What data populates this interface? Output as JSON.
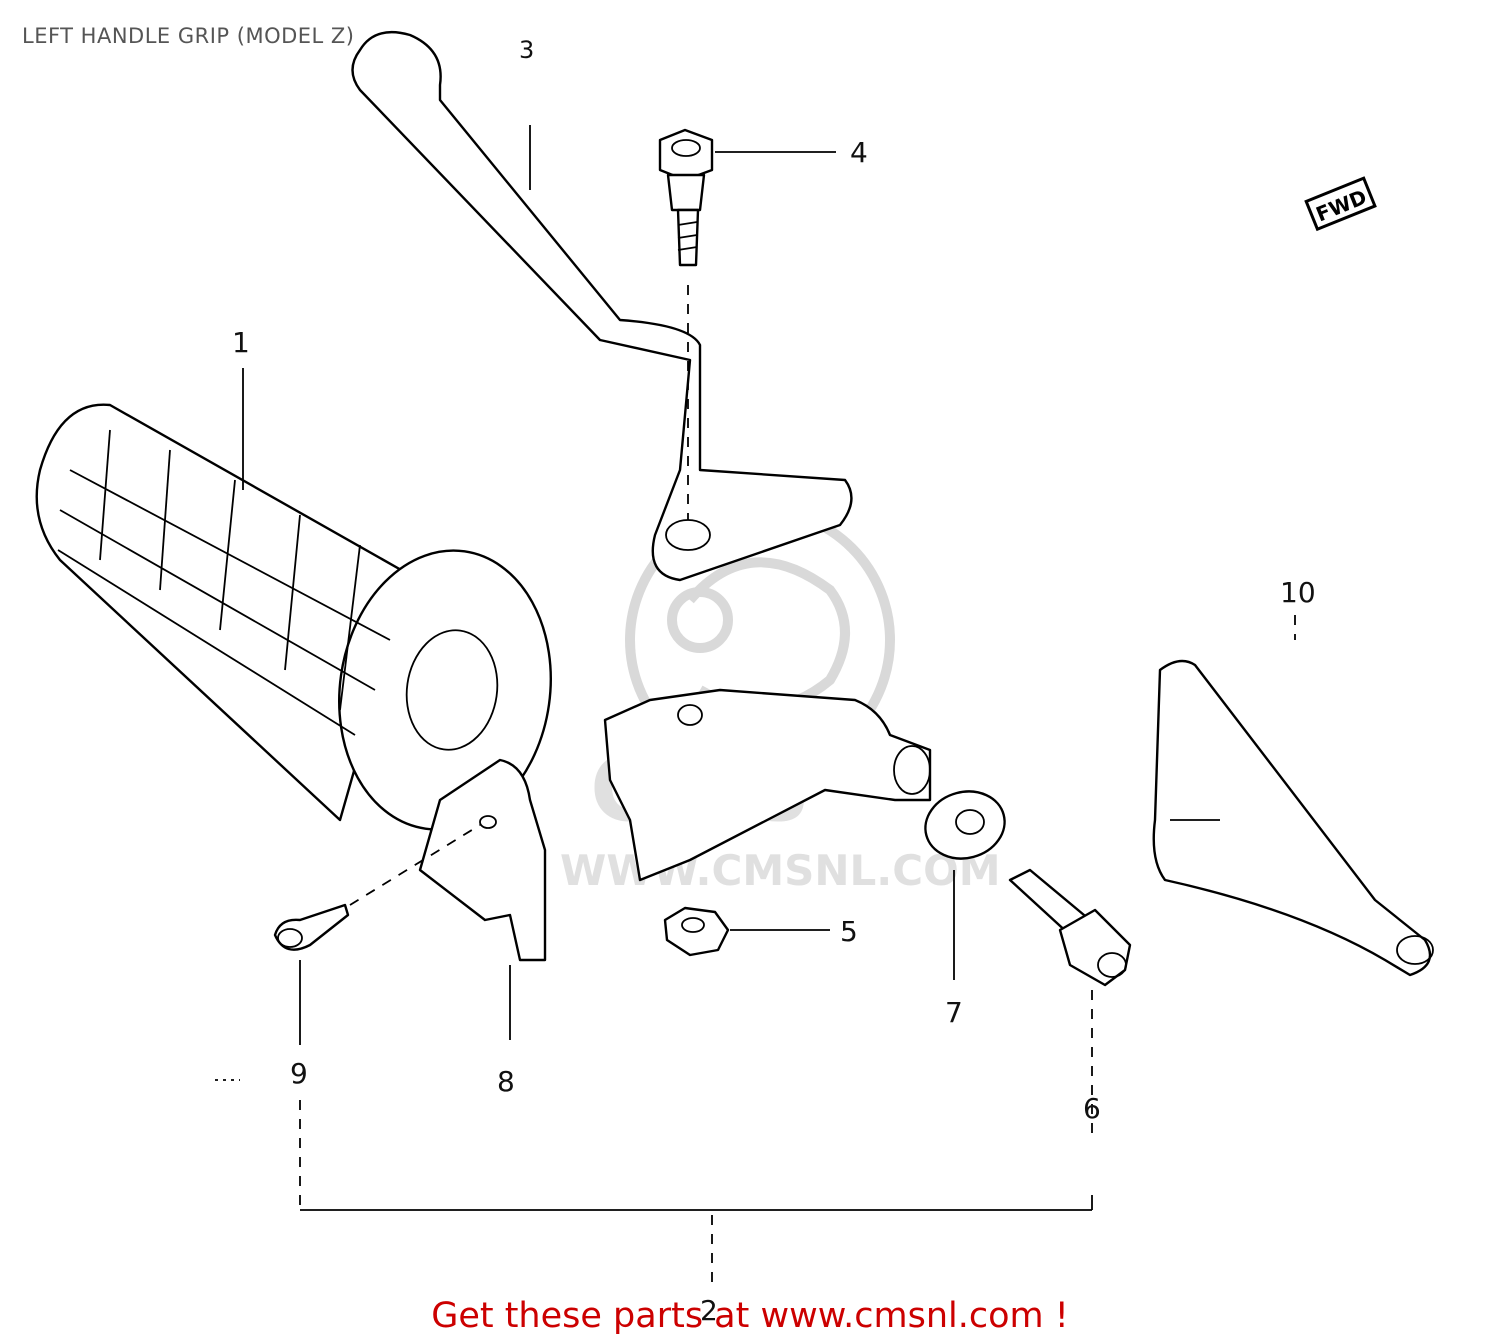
{
  "title": "LEFT HANDLE GRIP (MODEL Z)",
  "footer": "Get these parts at www.cmsnl.com !",
  "watermark": {
    "brand": "CMS",
    "url": "WWW.CMSNL.COM"
  },
  "direction_marker": "FWD",
  "callouts": [
    "1",
    "2",
    "3",
    "4",
    "5",
    "6",
    "7",
    "8",
    "9",
    "10"
  ],
  "colors": {
    "footer_text": "#cc0000",
    "title_text": "#555555",
    "line_art": "#000000",
    "watermark": "#d9d9d9"
  }
}
